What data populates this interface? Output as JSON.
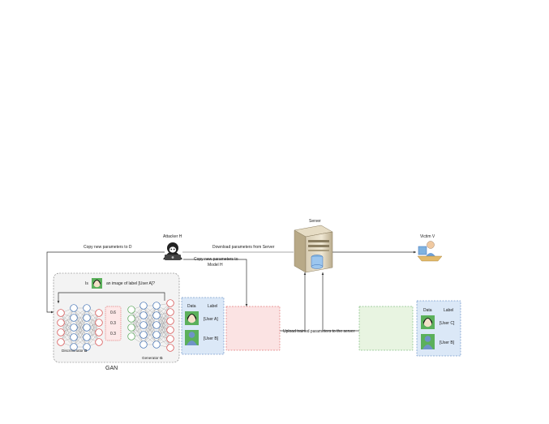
{
  "nodes": {
    "server": "Server",
    "attacker": "Attacker H",
    "victim": "Victim V",
    "discriminator_prefix": "Discriminator",
    "discriminator_letter": "D",
    "generator_prefix": "Generator",
    "generator_letter": "G",
    "gan": "GAN"
  },
  "edges": {
    "copy_to_d": "Copy new parameters to D",
    "download_from_server": "Download parameters from Server",
    "copy_to_model_h_line1": "Copy new parameters to",
    "copy_to_model_h_line2": "Model H",
    "upload_to_server": "Upload trained parameters to the server"
  },
  "question": {
    "prefix": "Is",
    "suffix": "an image of label [User A]?"
  },
  "discriminator_outputs": [
    "0.6",
    "0.3",
    "0.3"
  ],
  "attacker_table": {
    "header_data": "Data",
    "header_label": "Label",
    "rows": [
      {
        "label": "[User A]"
      },
      {
        "label": "[User B]"
      }
    ]
  },
  "victim_table": {
    "header_data": "Data",
    "header_label": "Label",
    "rows": [
      {
        "label": "[User C]"
      },
      {
        "label": "[User B]"
      }
    ]
  },
  "colors": {
    "red_net": "#d64545",
    "blue_net": "#3d6fb4",
    "green_net": "#52a352",
    "attacker_model_bg": "#fbe3e3",
    "victim_model_bg": "#e8f4e1",
    "table_bg": "#dbe8f7",
    "gan_bg": "#f3f3f3"
  }
}
